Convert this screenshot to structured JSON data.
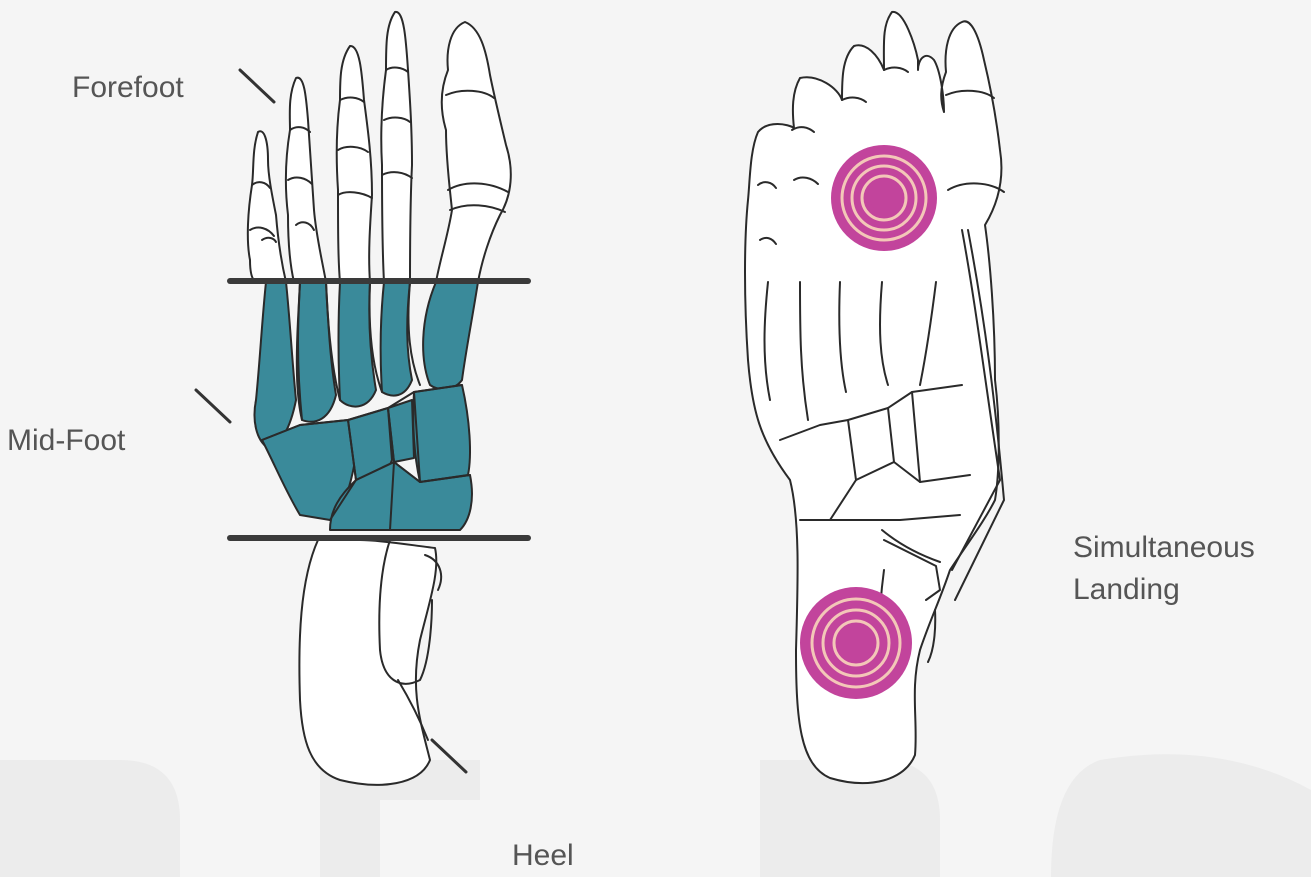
{
  "labels": {
    "forefoot": "Forefoot",
    "midfoot": "Mid-Foot",
    "heel": "Heel",
    "landing_line1": "Simultaneous",
    "landing_line2": "Landing"
  },
  "colors": {
    "background": "#f5f5f5",
    "bone_outline": "#2a2a2a",
    "midfoot_fill": "#3a8a9a",
    "pressure_ring": "#c2449c",
    "pressure_ring_light": "#f3c7b8",
    "label_text": "#555555",
    "watermark": "#ececec"
  }
}
